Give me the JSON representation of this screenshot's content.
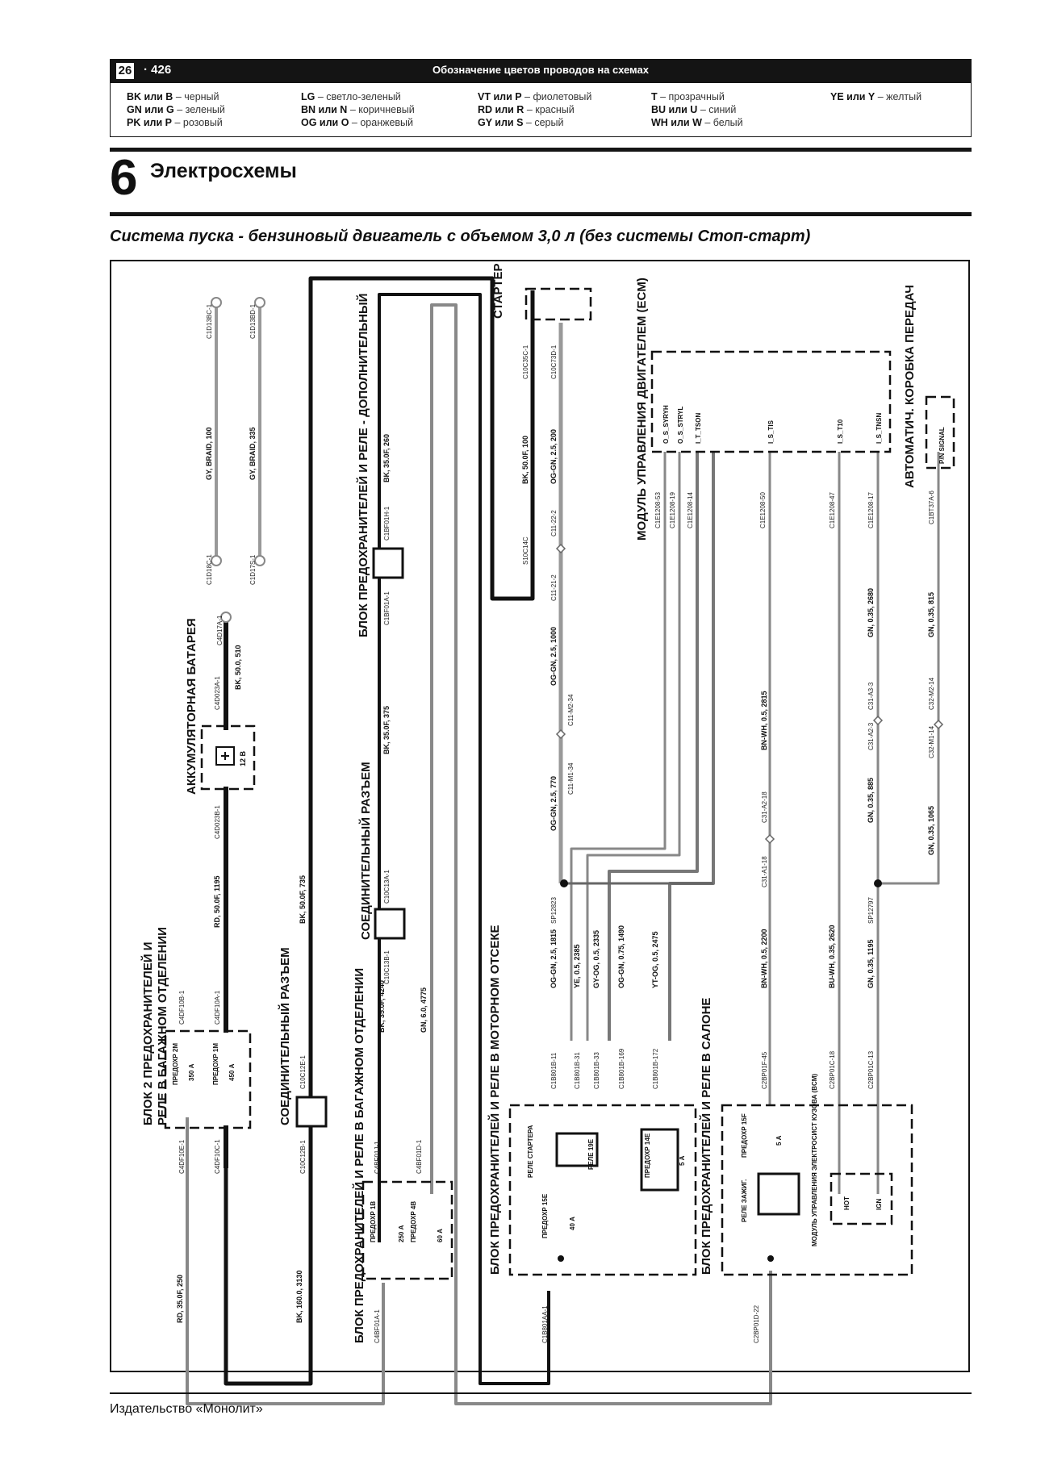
{
  "header": {
    "page_badge": "26",
    "page_number": "· 426",
    "title": "Обозначение цветов проводов на схемах"
  },
  "legend": [
    {
      "code": "BK или B",
      "desc": " – черный"
    },
    {
      "code": "GN или G",
      "desc": " – зеленый"
    },
    {
      "code": "PK или P",
      "desc": " – розовый"
    },
    {
      "code": "LG",
      "desc": " – светло-зеленый"
    },
    {
      "code": "BN или N",
      "desc": " – коричневый"
    },
    {
      "code": "OG или O",
      "desc": " – оранжевый"
    },
    {
      "code": "VT или P",
      "desc": " – фиолетовый"
    },
    {
      "code": "RD или R",
      "desc": " – красный"
    },
    {
      "code": "GY или S",
      "desc": " – серый"
    },
    {
      "code": "T",
      "desc": " – прозрачный"
    },
    {
      "code": "BU или U",
      "desc": " – синий"
    },
    {
      "code": "WH или W",
      "desc": " – белый"
    },
    {
      "code": "YE или Y",
      "desc": " – желтый"
    }
  ],
  "chapter": {
    "number": "6",
    "title": "Электросхемы"
  },
  "diagram_title": "Система пуска - бензиновый двигатель с объемом 3,0 л (без системы Стоп-старт)",
  "labels": {
    "block2": "БЛОК 2 ПРЕДОХРАНИТЕЛЕЙ И",
    "block2b": "РЕЛЕ В БАГАЖНОМ ОТДЕЛЕНИИ",
    "connector1": "СОЕДИНИТЕЛЬНЫЙ РАЗЪЕМ",
    "block_trunk": "БЛОК ПРЕДОХРАНИТЕЛЕЙ И РЕЛЕ В БАГАЖНОМ ОТДЕЛЕНИИ",
    "battery": "АККУМУЛЯТОРНАЯ БАТАРЕЯ",
    "connector2": "СОЕДИНИТЕЛЬНЫЙ РАЗЪЕМ",
    "block_aux": "БЛОК ПРЕДОХРАНИТЕЛЕЙ И РЕЛЕ - ДОПОЛНИТЕЛЬНЫЙ",
    "starter": "СТАРТЕР",
    "block_engine": "БЛОК ПРЕДОХРАНИТЕЛЕЙ И РЕЛЕ В МОТОРНОМ ОТСЕКЕ",
    "ecm": "МОДУЛЬ УПРАВЛЕНИЯ ДВИГАТЕЛЕМ (ECM)",
    "block_cabin": "БЛОК ПРЕДОХРАНИТЕЛЕЙ И РЕЛЕ В САЛОНЕ",
    "transmission": "АВТОМАТИЧ. КОРОБКА ПЕРЕДАЧ",
    "battery_voltage": "12 В",
    "fuse_2m": "ПРЕДОХР 2M",
    "fuse_2m_rating": "350 А",
    "fuse_1m": "ПРЕДОХР 1M",
    "fuse_1m_rating": "450 А",
    "fuse_1b": "ПРЕДОХР 1B",
    "fuse_1b_rating": "250 А",
    "fuse_4b": "ПРЕДОХР 4B",
    "fuse_4b_rating": "60 А",
    "relay_starter": "РЕЛЕ СТАРТЕРА",
    "relay_19e": "РЕЛЕ 19E",
    "fuse_15e": "ПРЕДОХР 15E",
    "fuse_15e_rating": "40 А",
    "fuse_14e": "ПРЕДОХР 14E",
    "fuse_14e_rating": "5 А",
    "fuse_15f": "ПРЕДОХР 15F",
    "fuse_15f_rating": "5 А",
    "relay_ign": "РЕЛЕ ЗАЖИГ.",
    "bcm": "МОДУЛЬ УПРАВЛЕНИЯ ЭЛЕКТРОСИСТ КУЗОВА (BCM)",
    "bcm_hot": "HOT",
    "bcm_ign": "IGN",
    "pn_signal": "P/N SIGNAL",
    "ecm_pins": [
      "O_S_SYRYH",
      "O_S_STRYL",
      "I_T_TSON",
      "I_S_TIS",
      "I_S_T10",
      "I_S_TNSN"
    ],
    "wires": [
      "GY, BRAID, 100",
      "GY, BRAID, 335",
      "BK, 50.0, 510",
      "RD, 50.0F, 1195",
      "BK, 50.0F, 735",
      "BK, 35.0F, 375",
      "BK, 35.0F, 260",
      "BK, 50.0F, 100",
      "OG-GN, 2.5, 200",
      "OG-GN, 2.5, 1000",
      "OG-GN, 2.5, 770",
      "OG-GN, 2.5, 1815",
      "YE, 0.5, 2385",
      "GY-OG, 0.5, 2335",
      "OG-GN, 0.75, 1490",
      "YT-OG, 0.5, 2475",
      "BN-WH, 0.5, 2815",
      "BN-WH, 0.5, 2200",
      "BU-WH, 0.35, 2620",
      "GN, 0.35, 1195",
      "GN, 0.35, 885",
      "GN, 0.35, 2680",
      "GN, 0.35, 815",
      "GN, 0.35, 1065",
      "RD, 35.0F, 250",
      "BK, 160.0, 3130",
      "BK, 35.0F, 4240",
      "GN, 6.0, 4775"
    ],
    "connectors": [
      "C1D13BC-1",
      "C1D13BD-1",
      "C1D18C-1",
      "C1D17S-1",
      "C4D17A-1",
      "C4D023A-1",
      "C4D023B-1",
      "C4DF10B-1",
      "C4DF10A-1",
      "C4DF10E-1",
      "C4DF10C-1",
      "C10C12E-1",
      "C10C12B-1",
      "C10C13A-1",
      "C10C13B-1",
      "C1BF01A-1",
      "C1BF01H-1",
      "C10C35C-1",
      "C10C73D-1",
      "S10C14C",
      "C11-21-2",
      "C11-22-2",
      "C11-M1-34",
      "C11-M2-34",
      "SP12823",
      "C1E1208-53",
      "C1E1208-19",
      "C1E1208-14",
      "C1E1208-50",
      "C1E1208-47",
      "C1E1208-17",
      "C1BT37A-6",
      "C31-A1-18",
      "C31-A2-18",
      "SP12797",
      "C31-A2-3",
      "C31-A3-3",
      "C32-M1-14",
      "C32-M2-14",
      "C4BF01J-1",
      "C4BF01D-1",
      "C1B801B-11",
      "C1B801B-31",
      "C1B801B-33",
      "C1B801B-169",
      "C1B801B-172",
      "C2BP01F-45",
      "C2BP01C-18",
      "C2BP01C-13",
      "C1B801AA-1",
      "C2BP01D-22",
      "C4BF01A-1"
    ]
  },
  "footer": "Издательство «Монолит»"
}
